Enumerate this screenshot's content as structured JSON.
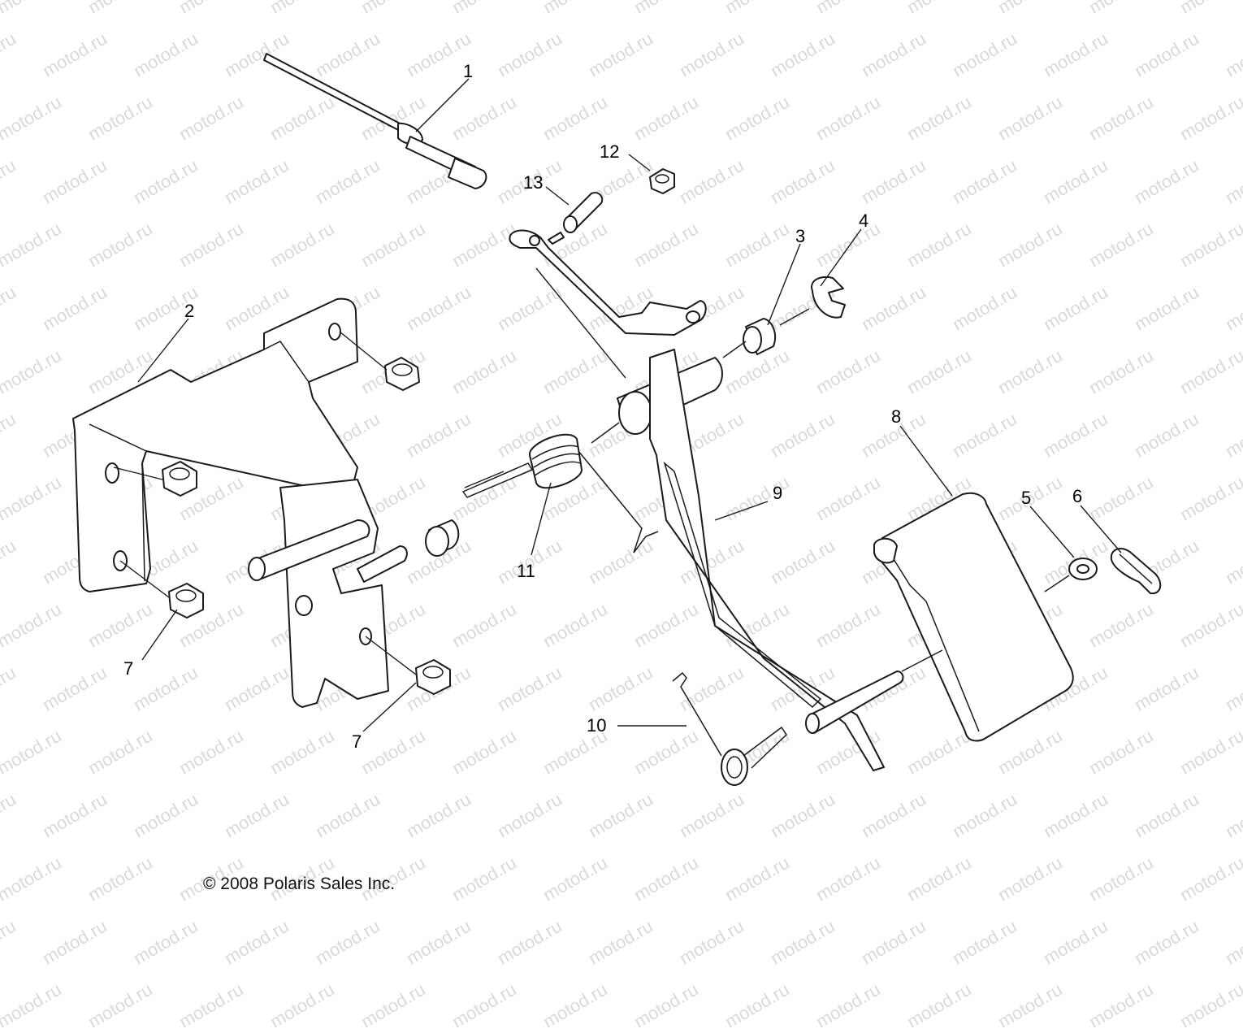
{
  "watermark_text": "motod.ru",
  "copyright": "© 2008 Polaris Sales Inc.",
  "callouts": [
    {
      "id": "callout-1",
      "label": "1"
    },
    {
      "id": "callout-2",
      "label": "2"
    },
    {
      "id": "callout-3",
      "label": "3"
    },
    {
      "id": "callout-4",
      "label": "4"
    },
    {
      "id": "callout-5",
      "label": "5"
    },
    {
      "id": "callout-6",
      "label": "6"
    },
    {
      "id": "callout-7a",
      "label": "7"
    },
    {
      "id": "callout-7b",
      "label": "7"
    },
    {
      "id": "callout-8",
      "label": "8"
    },
    {
      "id": "callout-9",
      "label": "9"
    },
    {
      "id": "callout-10",
      "label": "10"
    },
    {
      "id": "callout-11",
      "label": "11"
    },
    {
      "id": "callout-12",
      "label": "12"
    },
    {
      "id": "callout-13",
      "label": "13"
    }
  ]
}
